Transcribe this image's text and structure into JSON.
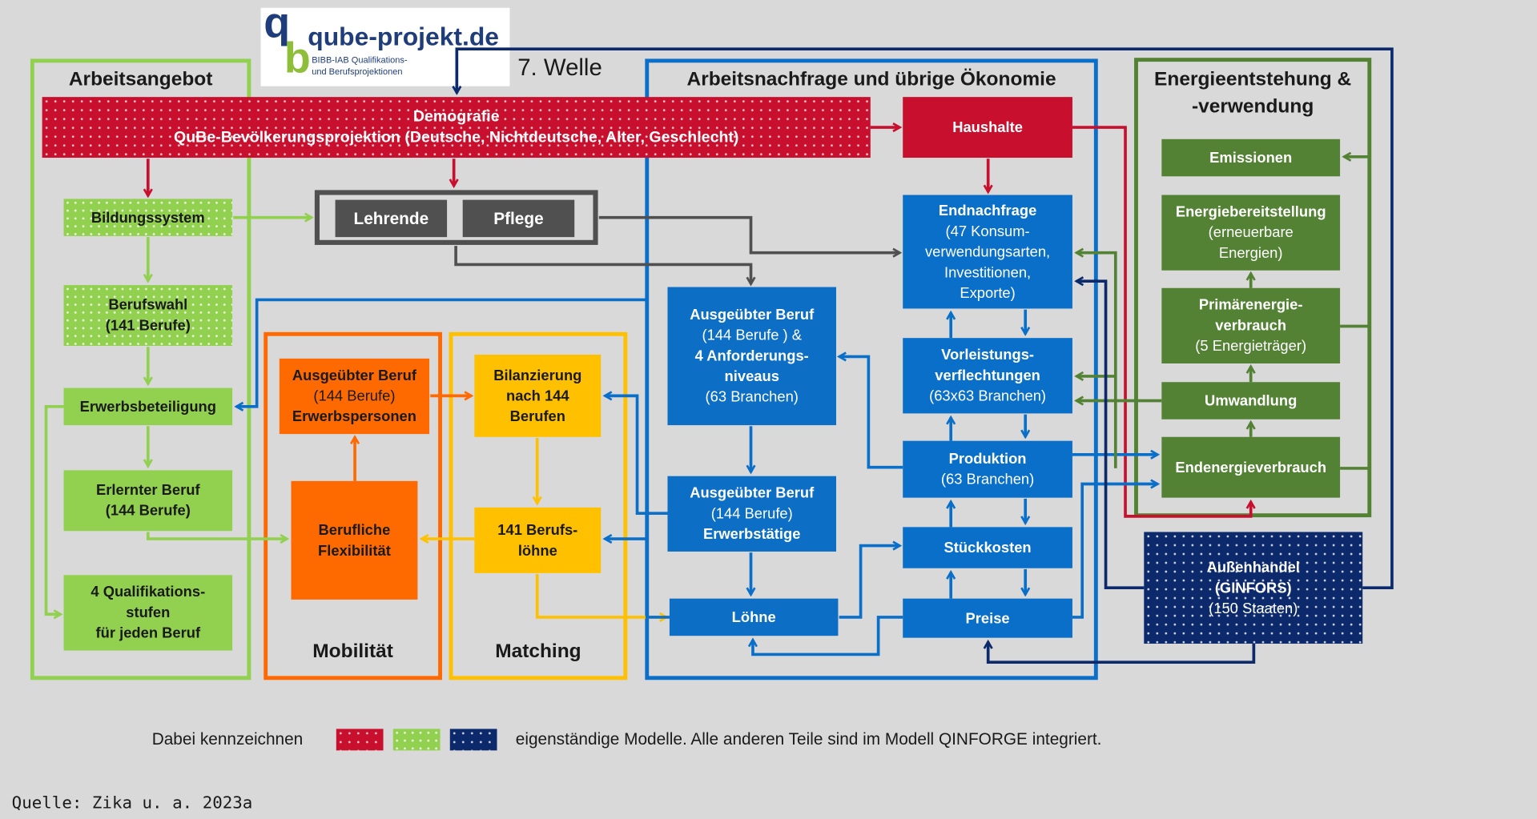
{
  "logo": {
    "text": "qube-projekt.de",
    "sub1": "BIBB-IAB Qualifikations-",
    "sub2": "und Berufsprojektionen"
  },
  "wave": "7. Welle",
  "sections": {
    "arbeitsangebot": "Arbeitsangebot",
    "arbeitsnachfrage": "Arbeitsnachfrage und übrige Ökonomie",
    "energie_1": "Energieentstehung &",
    "energie_2": "-verwendung",
    "mobilitaet": "Mobilität",
    "matching": "Matching"
  },
  "boxes": {
    "demografie_1": "Demografie",
    "demografie_2": "QuBe-Bevölkerungsprojektion (Deutsche, Nichtdeutsche, Alter, Geschlecht)",
    "haushalte": "Haushalte",
    "bildungssystem": "Bildungssystem",
    "lehrende": "Lehrende",
    "pflege": "Pflege",
    "berufswahl_1": "Berufswahl",
    "berufswahl_2": "(141 Berufe)",
    "erwerbsbeteiligung": "Erwerbsbeteiligung",
    "erlernter_1": "Erlernter Beruf",
    "erlernter_2": "(144 Berufe)",
    "quali_1": "4 Qualifikations-",
    "quali_2": "stufen",
    "quali_3": "für jeden Beruf",
    "ausg_erwp_1": "Ausgeübter Beruf",
    "ausg_erwp_2": "(144 Berufe)",
    "ausg_erwp_3": "Erwerbspersonen",
    "flex_1": "Berufliche",
    "flex_2": "Flexibilität",
    "bilanz_1": "Bilanzierung",
    "bilanz_2": "nach 144",
    "bilanz_3": "Berufen",
    "loehne141_1": "141 Berufs-",
    "loehne141_2": "löhne",
    "ausg_anf_1": "Ausgeübter Beruf",
    "ausg_anf_2": "(144 Berufe ) &",
    "ausg_anf_3": "4 Anforderungs-",
    "ausg_anf_4": "niveaus",
    "ausg_anf_5": "(63 Branchen)",
    "ausg_erwt_1": "Ausgeübter Beruf",
    "ausg_erwt_2": "(144 Berufe)",
    "ausg_erwt_3": "Erwerbstätige",
    "loehne": "Löhne",
    "endnachfrage_1": "Endnachfrage",
    "endnachfrage_2": "(47 Konsum-",
    "endnachfrage_3": "verwendungsarten,",
    "endnachfrage_4": "Investitionen,",
    "endnachfrage_5": "Exporte)",
    "vorleistung_1": "Vorleistungs-",
    "vorleistung_2": "verflechtungen",
    "vorleistung_3": "(63x63 Branchen)",
    "produktion_1": "Produktion",
    "produktion_2": "(63 Branchen)",
    "stueckkosten": "Stückkosten",
    "preise": "Preise",
    "emissionen": "Emissionen",
    "energiebereit_1": "Energiebereitstellung",
    "energiebereit_2": "(erneuerbare",
    "energiebereit_3": "Energien)",
    "primaer_1": "Primärenergie-",
    "primaer_2": "verbrauch",
    "primaer_3": "(5 Energieträger)",
    "umwandlung": "Umwandlung",
    "endenergie": "Endenergieverbrauch",
    "aussen_1": "Außenhandel",
    "aussen_2": "(GINFORS)",
    "aussen_3": "(150 Staaten)"
  },
  "legend": {
    "prefix": "Dabei kennzeichnen",
    "suffix": "eigenständige Modelle. Alle anderen Teile sind im Modell QINFORGE integriert."
  },
  "source": "Quelle: Zika u. a. 2023a",
  "colors": {
    "red": "#c8102e",
    "light_green": "#92d050",
    "navy": "#0c2a6b",
    "blue": "#0a6fc9",
    "dark_green": "#548235",
    "orange": "#ff6a00",
    "yellow": "#ffc000",
    "grey": "#505050"
  }
}
